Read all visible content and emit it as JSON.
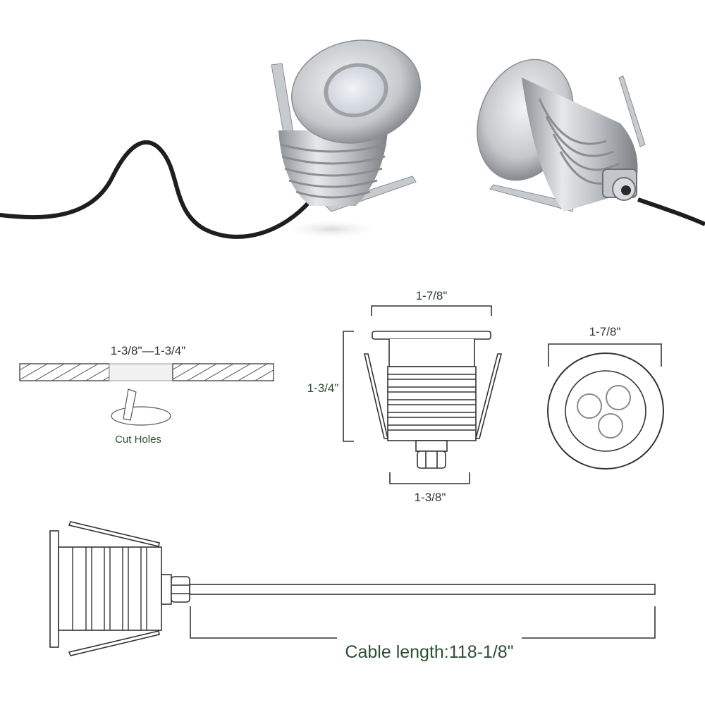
{
  "cutout": {
    "range_label": "1-3/8\"—1-3/4\"",
    "caption": "Cut Holes"
  },
  "side_view": {
    "top_width_label": "1-7/8\"",
    "height_label": "1-3/4\"",
    "base_width_label": "1-3/8\""
  },
  "front_view": {
    "diameter_label": "1-7/8\""
  },
  "cable": {
    "length_label": "Cable length:118-1/8\""
  },
  "colors": {
    "dimension_text": "#2d4f33",
    "line": "#333333",
    "steel": "#b9bcc0"
  }
}
